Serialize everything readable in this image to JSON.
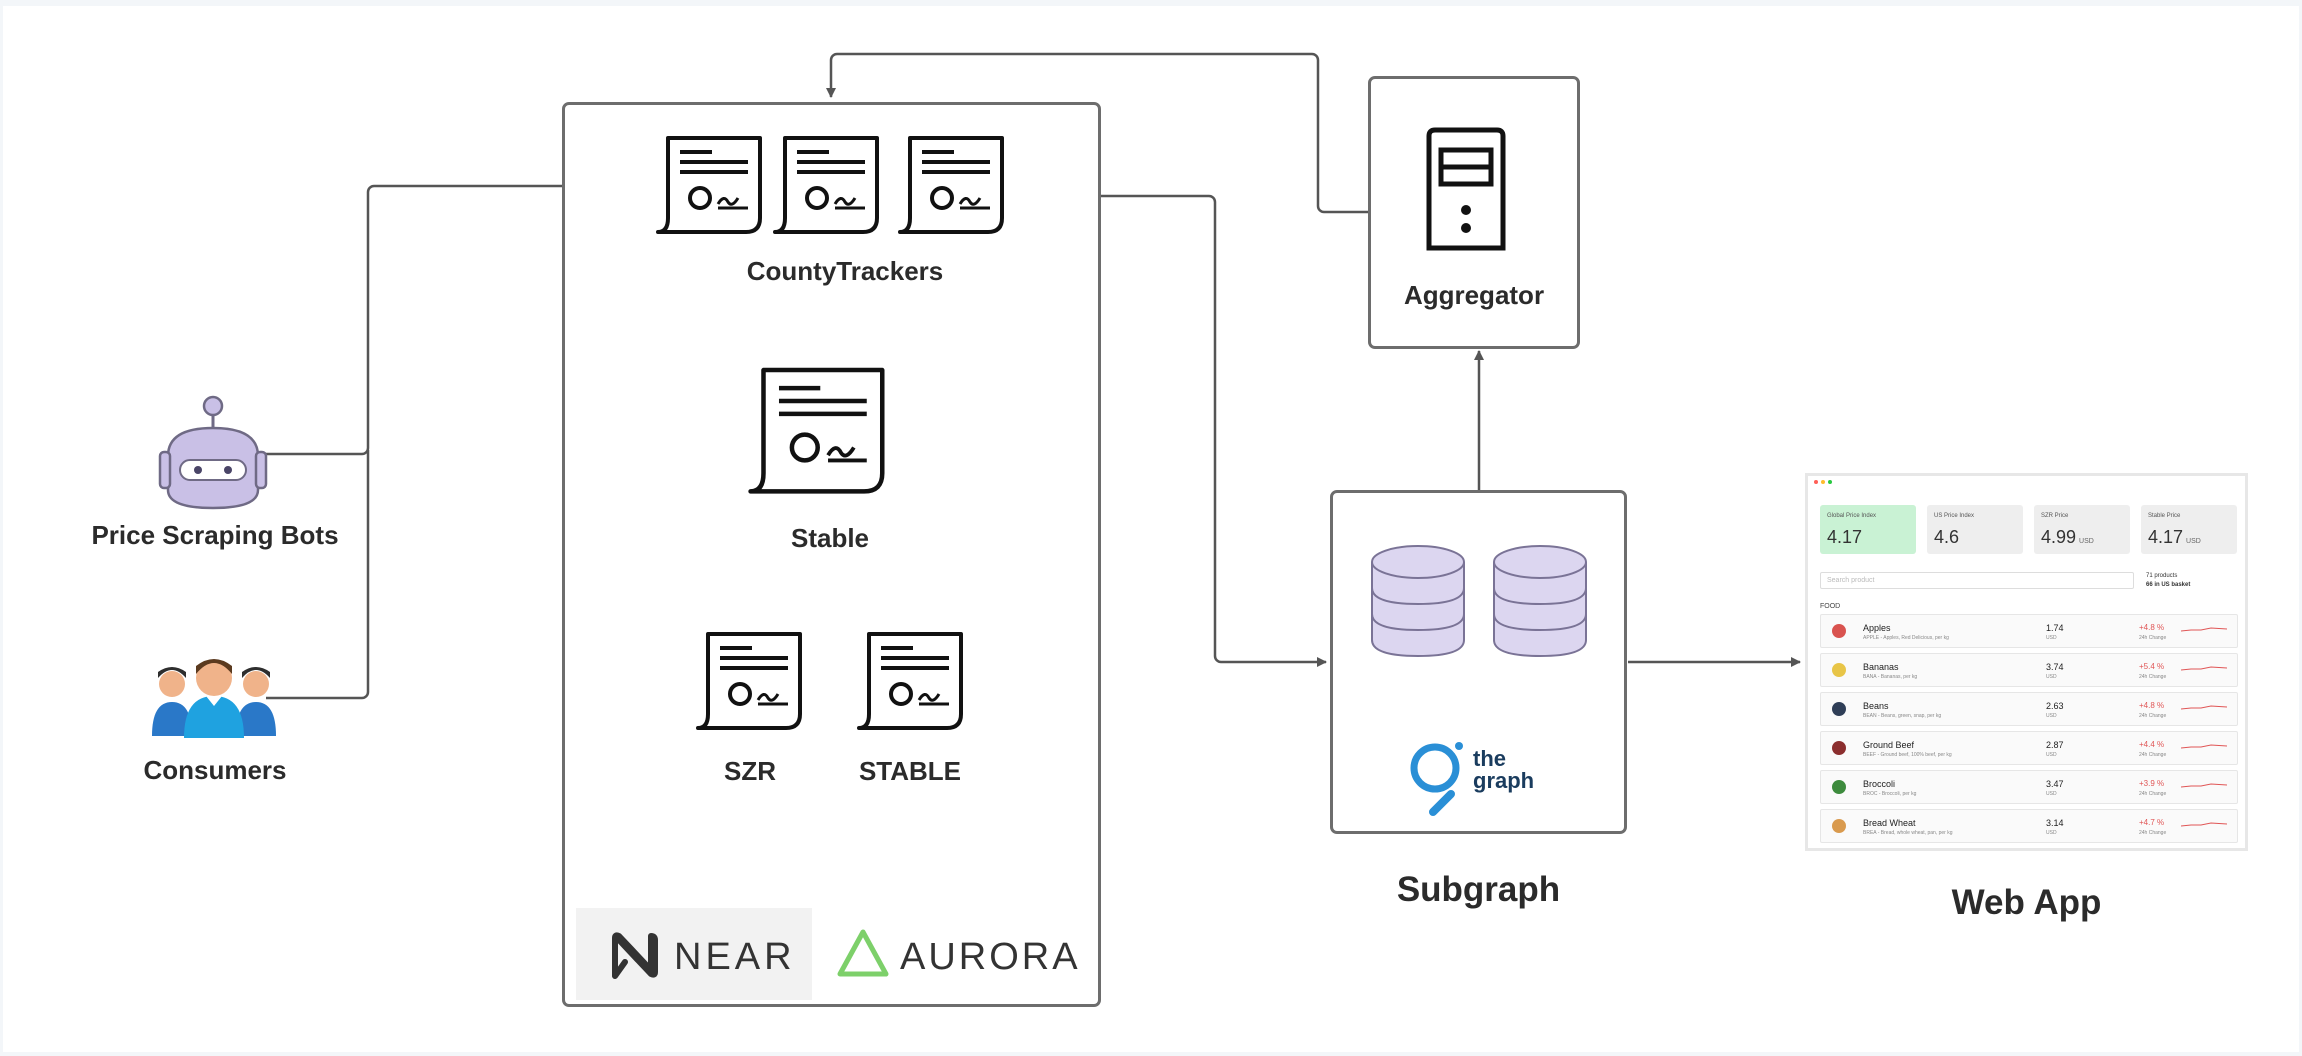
{
  "nodes": {
    "bots": {
      "label": "Price Scraping Bots",
      "icon": "robot-icon"
    },
    "consumers": {
      "label": "Consumers",
      "icon": "people-group-icon"
    },
    "county_trackers": {
      "label": "CountyTrackers",
      "icon": "contract-document-icon"
    },
    "stable_contract": {
      "label": "Stable",
      "icon": "contract-document-icon"
    },
    "szr": {
      "label": "SZR",
      "icon": "contract-document-icon"
    },
    "stable_token": {
      "label": "STABLE",
      "icon": "contract-document-icon"
    },
    "aggregator": {
      "label": "Aggregator",
      "icon": "server-icon"
    },
    "subgraph": {
      "label": "Subgraph",
      "icon": "database-icon"
    },
    "web_app": {
      "label": "Web App"
    }
  },
  "logos": {
    "near": "NEAR",
    "aurora": "AURORA",
    "the_graph_line1": "the",
    "the_graph_line2": "graph"
  },
  "edges": [
    {
      "from": "bots",
      "to": "county_trackers"
    },
    {
      "from": "consumers",
      "to": "county_trackers"
    },
    {
      "from": "contracts",
      "to": "subgraph"
    },
    {
      "from": "subgraph",
      "to": "aggregator"
    },
    {
      "from": "aggregator",
      "to": "contracts"
    },
    {
      "from": "subgraph",
      "to": "web_app"
    }
  ],
  "web_app": {
    "cards": [
      {
        "title": "Global Price Index",
        "value": "4.17",
        "unit": "",
        "color": "#c9f2d4"
      },
      {
        "title": "US Price Index",
        "value": "4.6",
        "unit": "",
        "color": "#eeeeee"
      },
      {
        "title": "SZR Price",
        "value": "4.99",
        "unit": "USD",
        "color": "#eeeeee"
      },
      {
        "title": "Stable Price",
        "value": "4.17",
        "unit": "USD",
        "color": "#eeeeee"
      }
    ],
    "search_placeholder": "Search product",
    "meta_line1": "71 products",
    "meta_line2": "66 in US basket",
    "section": "FOOD",
    "rows": [
      {
        "name": "Apples",
        "desc": "APPLE - Apples, Red Delicious, per kg",
        "price": "1.74",
        "currency": "USD",
        "change": "+4.8 %",
        "change_label": "24h Change",
        "icon_color": "#d9534f"
      },
      {
        "name": "Bananas",
        "desc": "BANA - Bananas, per kg",
        "price": "3.74",
        "currency": "USD",
        "change": "+5.4 %",
        "change_label": "24h Change",
        "icon_color": "#e8c547"
      },
      {
        "name": "Beans",
        "desc": "BEAN - Beans, green, snap, per kg",
        "price": "2.63",
        "currency": "USD",
        "change": "+4.8 %",
        "change_label": "24h Change",
        "icon_color": "#2f3e57"
      },
      {
        "name": "Ground Beef",
        "desc": "BEEF - Ground beef, 100% beef, per kg",
        "price": "2.87",
        "currency": "USD",
        "change": "+4.4 %",
        "change_label": "24h Change",
        "icon_color": "#8b2e2e"
      },
      {
        "name": "Broccoli",
        "desc": "BROC - Broccoli, per kg",
        "price": "3.47",
        "currency": "USD",
        "change": "+3.9 %",
        "change_label": "24h Change",
        "icon_color": "#3d8b3d"
      },
      {
        "name": "Bread Wheat",
        "desc": "BREA - Bread, whole wheat, pan, per kg",
        "price": "3.14",
        "currency": "USD",
        "change": "+4.7 %",
        "change_label": "24h Change",
        "icon_color": "#d99a4e"
      }
    ]
  },
  "colors": {
    "line": "#555555",
    "box_border": "#6d6d6d",
    "robot": "#c9c0e6",
    "database": "#dcd6f0",
    "graph_blue": "#2a8fd6",
    "aurora_green": "#7dd06a"
  }
}
